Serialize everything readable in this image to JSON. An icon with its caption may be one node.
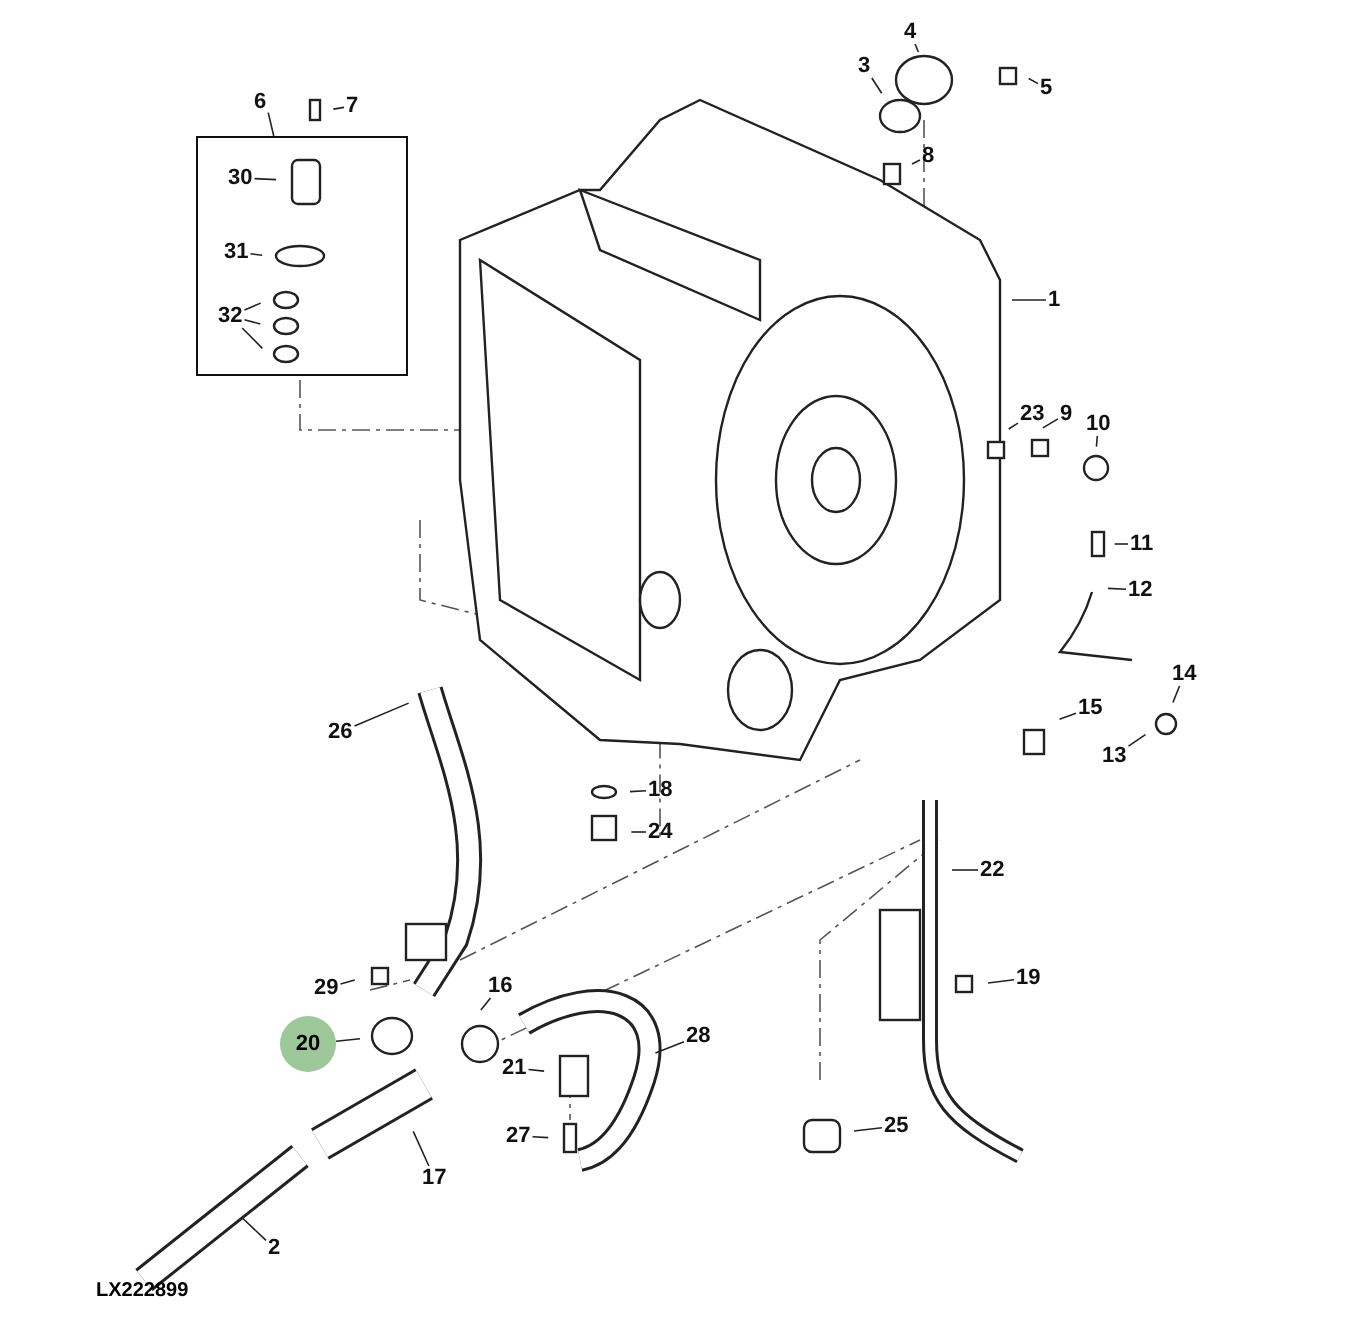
{
  "diagram": {
    "nodes": [
      {
        "text": [
          "4"
        ]
      },
      {
        "text": [
          "3"
        ]
      },
      {
        "text": [
          "5"
        ]
      },
      {
        "text": [
          "6"
        ]
      },
      {
        "text": [
          "7"
        ]
      },
      {
        "text": [
          "8"
        ]
      },
      {
        "text": [],
        "shape": "box"
      },
      {
        "text": [
          "30"
        ],
        "in": 6
      },
      {
        "text": [
          "31"
        ],
        "in": 6
      },
      {
        "text": [
          "32"
        ],
        "in": 6
      },
      {
        "text": [
          "1"
        ]
      },
      {
        "text": [
          "23"
        ]
      },
      {
        "text": [
          "9"
        ]
      },
      {
        "text": [
          "10"
        ]
      },
      {
        "text": [
          "11"
        ]
      },
      {
        "text": [
          "12"
        ]
      },
      {
        "text": [
          "14"
        ]
      },
      {
        "text": [
          "15"
        ]
      },
      {
        "text": [
          "13"
        ]
      },
      {
        "text": [
          "26"
        ]
      },
      {
        "text": [
          "18"
        ]
      },
      {
        "text": [
          "24"
        ]
      },
      {
        "text": [
          "22"
        ]
      },
      {
        "text": [
          "29"
        ]
      },
      {
        "text": [
          "16"
        ]
      },
      {
        "text": [
          "19"
        ]
      },
      {
        "text": [
          "20"
        ]
      },
      {
        "text": [
          "28"
        ]
      },
      {
        "text": [
          "21"
        ]
      },
      {
        "text": [
          "27"
        ]
      },
      {
        "text": [
          "25"
        ]
      },
      {
        "text": [
          "17"
        ]
      },
      {
        "text": [
          "2"
        ]
      }
    ],
    "edges": [
      {
        "from": 0,
        "to": null,
        "arrow": "none"
      },
      {
        "from": 1,
        "to": null,
        "arrow": "none"
      },
      {
        "from": 2,
        "to": null,
        "arrow": "none"
      },
      {
        "from": 3,
        "to": 6,
        "arrow": "none"
      },
      {
        "from": 4,
        "to": null,
        "arrow": "none"
      },
      {
        "from": 5,
        "to": null,
        "arrow": "none"
      },
      {
        "from": 7,
        "to": null,
        "arrow": "none"
      },
      {
        "from": 8,
        "to": null,
        "arrow": "none"
      },
      {
        "from": 9,
        "to": null,
        "arrow": "none"
      },
      {
        "from": 9,
        "to": null,
        "arrow": "none"
      },
      {
        "from": 9,
        "to": null,
        "arrow": "none"
      },
      {
        "from": 10,
        "to": null,
        "arrow": "none"
      },
      {
        "from": 11,
        "to": null,
        "arrow": "none"
      },
      {
        "from": 12,
        "to": null,
        "arrow": "none"
      },
      {
        "from": 13,
        "to": null,
        "arrow": "none"
      },
      {
        "from": 14,
        "to": null,
        "arrow": "none"
      },
      {
        "from": 15,
        "to": null,
        "arrow": "none"
      },
      {
        "from": 16,
        "to": null,
        "arrow": "none"
      },
      {
        "from": 17,
        "to": null,
        "arrow": "none"
      },
      {
        "from": 18,
        "to": null,
        "arrow": "none"
      },
      {
        "from": 19,
        "to": null,
        "arrow": "none"
      },
      {
        "from": 20,
        "to": null,
        "arrow": "none"
      },
      {
        "from": 21,
        "to": null,
        "arrow": "none"
      },
      {
        "from": 22,
        "to": null,
        "arrow": "none"
      },
      {
        "from": 23,
        "to": null,
        "arrow": "none"
      },
      {
        "from": 24,
        "to": null,
        "arrow": "none"
      },
      {
        "from": 25,
        "to": null,
        "arrow": "none"
      },
      {
        "from": 26,
        "to": null,
        "arrow": "none"
      },
      {
        "from": 27,
        "to": null,
        "arrow": "none"
      },
      {
        "from": 28,
        "to": null,
        "arrow": "none"
      },
      {
        "from": 29,
        "to": null,
        "arrow": "none"
      },
      {
        "from": 30,
        "to": null,
        "arrow": "none"
      },
      {
        "from": 31,
        "to": null,
        "arrow": "none"
      },
      {
        "from": 32,
        "to": null,
        "arrow": "none"
      }
    ],
    "labels": [
      "LX222899"
    ]
  }
}
